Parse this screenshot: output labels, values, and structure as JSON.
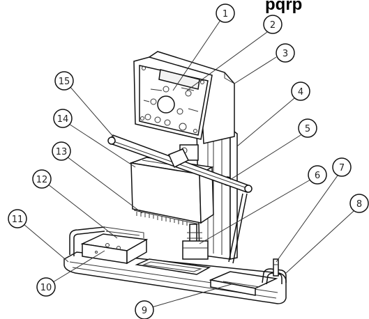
{
  "header_fragment": "pqrp",
  "callouts": [
    {
      "num": "1"
    },
    {
      "num": "2"
    },
    {
      "num": "3"
    },
    {
      "num": "4"
    },
    {
      "num": "5"
    },
    {
      "num": "6"
    },
    {
      "num": "7"
    },
    {
      "num": "8"
    },
    {
      "num": "9"
    },
    {
      "num": "10"
    },
    {
      "num": "11"
    },
    {
      "num": "12"
    },
    {
      "num": "13"
    },
    {
      "num": "14"
    },
    {
      "num": "15"
    }
  ],
  "line_color": "#111111",
  "background": "#ffffff"
}
